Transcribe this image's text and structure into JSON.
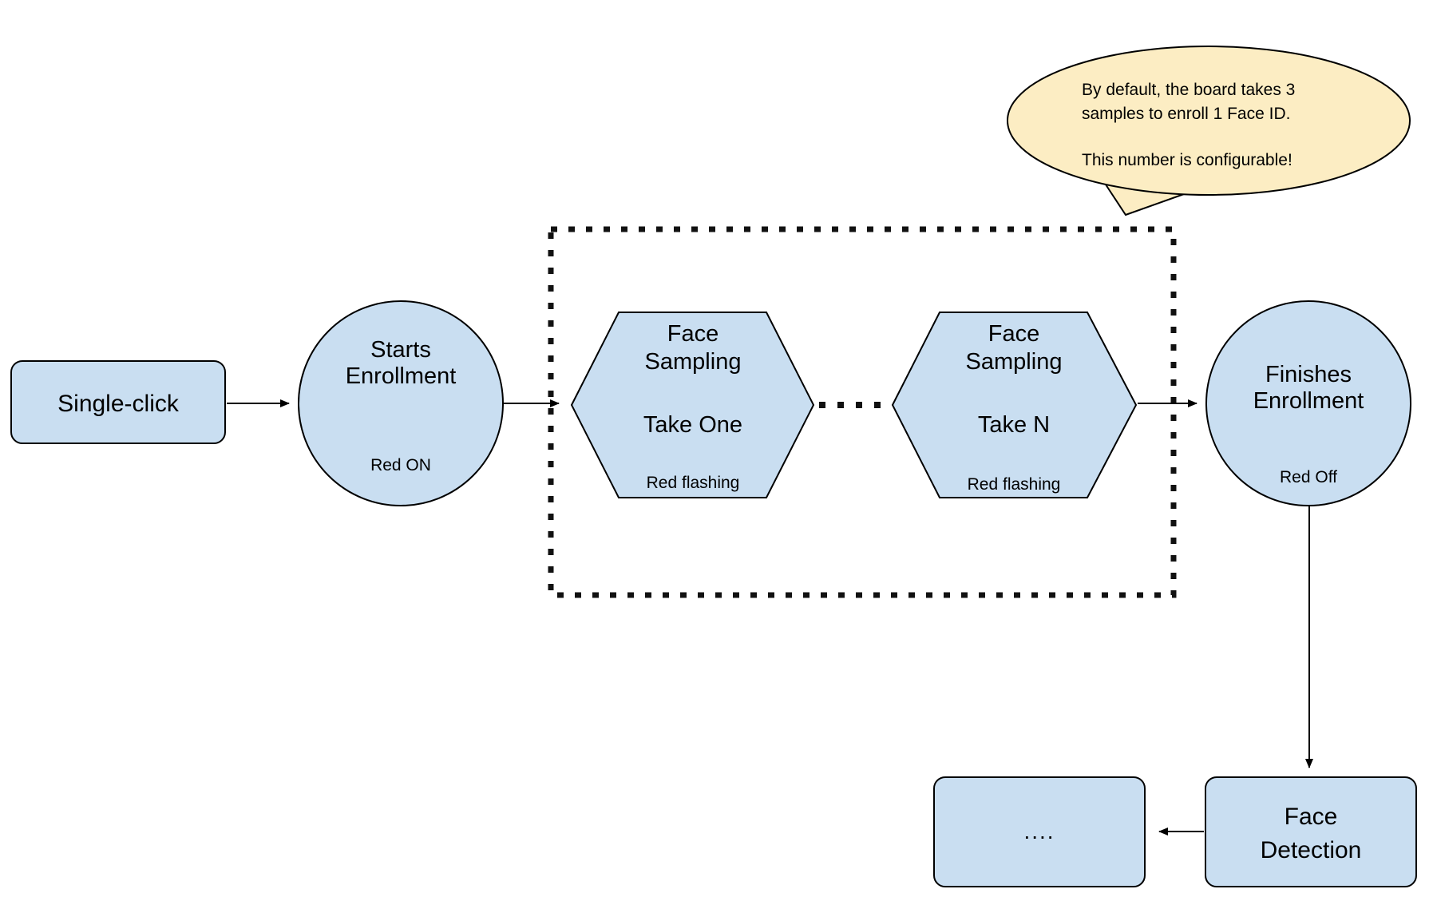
{
  "colors": {
    "node_fill": "#c9def1",
    "node_stroke": "#000000",
    "callout_fill": "#fcedc3",
    "background": "#ffffff"
  },
  "callout": {
    "line1": "By default, the board takes 3",
    "line2": "samples to enroll 1 Face ID.",
    "line3": "This number is configurable!"
  },
  "nodes": {
    "single_click": {
      "label": "Single-click"
    },
    "starts_enrollment": {
      "title_line1": "Starts",
      "title_line2": "Enrollment",
      "status": "Red ON"
    },
    "face_sampling_first": {
      "title_line1": "Face",
      "title_line2": "Sampling",
      "step": "Take One",
      "status": "Red flashing"
    },
    "face_sampling_last": {
      "title_line1": "Face",
      "title_line2": "Sampling",
      "step": "Take N",
      "status": "Red flashing"
    },
    "finishes_enrollment": {
      "title_line1": "Finishes",
      "title_line2": "Enrollment",
      "status": "Red Off"
    },
    "face_detection": {
      "title_line1": "Face",
      "title_line2": "Detection"
    },
    "continuation": {
      "label": "...."
    }
  }
}
